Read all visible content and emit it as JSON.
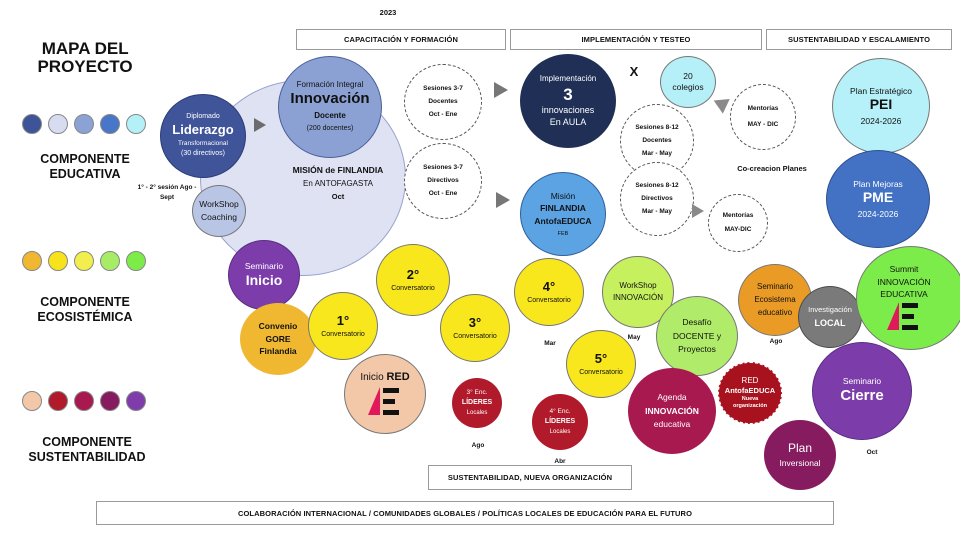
{
  "year": "2023",
  "title_line1": "MAPA DEL",
  "title_line2": "PROYECTO",
  "phases": {
    "p1": "CAPACITACIÓN Y FORMACIÓN",
    "p2": "IMPLEMENTACIÓN Y TESTEO",
    "p3": "SUSTENTABILIDAD Y ESCALAMIENTO"
  },
  "components": {
    "educativa_l1": "COMPONENTE",
    "educativa_l2": "EDUCATIVA",
    "ecosistemica_l1": "COMPONENTE",
    "ecosistemica_l2": "ECOSISTÉMICA",
    "sustentabilidad_l1": "COMPONENTE",
    "sustentabilidad_l2": "SUSTENTABILIDAD"
  },
  "palette": {
    "educativa": [
      "#3d5498",
      "#d7dcf0",
      "#8aa3d4",
      "#4876c9",
      "#b3f0f8"
    ],
    "ecosistemica": [
      "#f0b731",
      "#f7e21c",
      "#f2ee4d",
      "#a6ec66",
      "#7dec48"
    ],
    "sustentabilidad": [
      "#f2c8a8",
      "#b01a2a",
      "#a8194f",
      "#861c5f",
      "#7f3dab"
    ]
  },
  "nodes": {
    "diplomado": {
      "l1": "Diplomado",
      "l2": "Liderazgo",
      "l3": "Transformacional",
      "l4": "(30 directivos)"
    },
    "sesion_side": {
      "l1": "1° - 2° sesión",
      "l2": "Ago - Sept"
    },
    "workshop_coaching": {
      "l1": "WorkShop",
      "l2": "Coaching"
    },
    "formacion": {
      "l1": "Formación Integral",
      "l2": "Innovación",
      "l3": "Docente",
      "l4": "(200 docentes)"
    },
    "mision_fin": {
      "l1": "MISIÓN  de FINLANDIA",
      "l2": "En ANTOFAGASTA",
      "l3": "Oct"
    },
    "ses_doc": {
      "l1": "Sesiones 3-7",
      "l2": "Docentes",
      "l3": "Oct - Ene"
    },
    "ses_dir": {
      "l1": "Sesiones 3-7",
      "l2": "Directivos",
      "l3": "Oct - Ene"
    },
    "implementacion": {
      "l1": "Implementación",
      "l2": "3",
      "l3": "innovaciones",
      "l4": "En AULA"
    },
    "x_mark": "X",
    "colegios": {
      "l1": "20",
      "l2": "colegios"
    },
    "ses812_doc": {
      "l1": "Sesiones 8-12",
      "l2": "Docentes",
      "l3": "Mar - May"
    },
    "ses812_dir": {
      "l1": "Sesiones 8-12",
      "l2": "Directivos",
      "l3": "Mar - May"
    },
    "mision_antofa": {
      "l1": "Misión",
      "l2": "FINLANDIA",
      "l3": "AntofaEDUCA",
      "l4": "FEB"
    },
    "mentorias1": {
      "l1": "Mentorías",
      "l2": "MAY - DIC"
    },
    "cocreacion": "Co-creacion Planes",
    "mentorias2": {
      "l1": "Mentorías",
      "l2": "MAY-DIC"
    },
    "pei": {
      "l1": "Plan Estratégico",
      "l2": "PEI",
      "l3": "2024-2026"
    },
    "pme": {
      "l1": "Plan Mejoras",
      "l2": "PME",
      "l3": "2024-2026"
    },
    "seminario_inicio": {
      "l1": "Seminario",
      "l2": "Inicio"
    },
    "convenio": {
      "l1": "Convenio",
      "l2": "GORE",
      "l3": "Finlandia"
    },
    "conv1": {
      "l1": "1°",
      "l2": "Conversatorio"
    },
    "conv2": {
      "l1": "2°",
      "l2": "Conversatorio"
    },
    "conv3": {
      "l1": "3°",
      "l2": "Conversatorio"
    },
    "conv4": {
      "l1": "4°",
      "l2": "Conversatorio"
    },
    "conv5": {
      "l1": "5°",
      "l2": "Conversatorio"
    },
    "mar_label": "Mar",
    "may_label": "May",
    "workshop_innov": {
      "l1": "WorkShop",
      "l2": "INNOVACIÓN"
    },
    "desafio": {
      "l1": "Desafío",
      "l2": "DOCENTE y",
      "l3": "Proyectos"
    },
    "seminario_eco": {
      "l1": "Seminario",
      "l2": "Ecosistema",
      "l3": "educativo"
    },
    "investigacion": {
      "l1": "Investigación",
      "l2": "LOCAL"
    },
    "summit": {
      "l1": "Summit",
      "l2": "INNOVACIÓN",
      "l3": "EDUCATIVA"
    },
    "ago_label": "Ago",
    "inicio_red": {
      "l1": "Inicio",
      "l2": "RED"
    },
    "enc3": {
      "l1": "3° Enc.",
      "l2": "LÍDERES",
      "l3": "Locales",
      "l4": "Ago"
    },
    "enc4": {
      "l1": "4° Enc.",
      "l2": "LÍDERES",
      "l3": "Locales",
      "l4": "Abr"
    },
    "agenda": {
      "l1": "Agenda",
      "l2": "INNOVACIÓN",
      "l3": "educativa"
    },
    "red_antofa": {
      "l1": "RED",
      "l2": "AntofaEDUCA",
      "l3": "Nueva",
      "l4": "organización"
    },
    "seminario_cierre": {
      "l1": "Seminario",
      "l2": "Cierre"
    },
    "plan_inv": {
      "l1": "Plan",
      "l2": "Inversional"
    },
    "oct_label": "Oct"
  },
  "bottom_box1": "SUSTENTABILIDAD, NUEVA ORGANIZACIÓN",
  "bottom_box2": "COLABORACIÓN INTERNACIONAL / COMUNIDADES GLOBALES / POLÍTICAS LOCALES DE EDUCACIÓN PARA EL FUTURO"
}
